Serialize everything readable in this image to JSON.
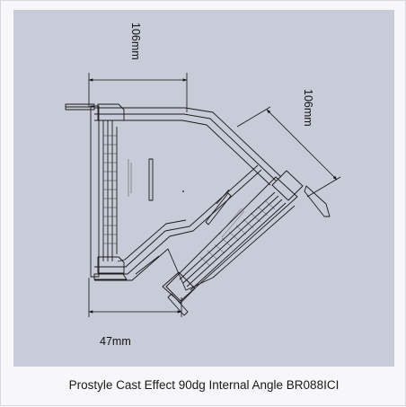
{
  "dimensions": {
    "top_width": "106mm",
    "right_width": "106mm",
    "bottom_depth": "47mm"
  },
  "caption": "Prostyle Cast Effect 90dg Internal Angle BR088ICI",
  "colors": {
    "panel_background": "#c8ccd8",
    "page_background": "#f7f7f9",
    "line": "#1a1a1a"
  }
}
